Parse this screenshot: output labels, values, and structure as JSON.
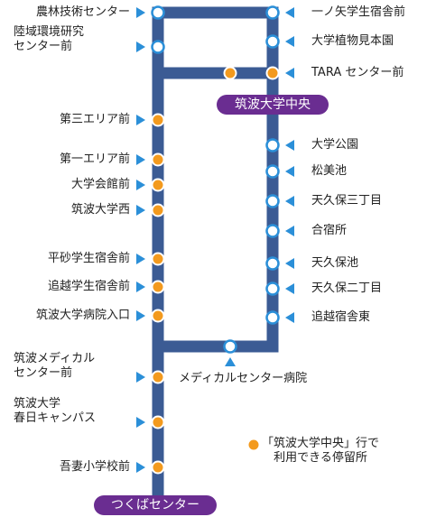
{
  "colors": {
    "route": "#3b5b94",
    "marker": "#2b8fd8",
    "express_stop": "#f39a1e",
    "hub_badge": "#6a2d91",
    "text": "#222222"
  },
  "hubs": {
    "chuo": "筑波大学中央",
    "tsukuba_center": "つくばセンター"
  },
  "left_stops": [
    {
      "id": "norin",
      "lines": [
        "農林技術センター"
      ],
      "type": "normal"
    },
    {
      "id": "rikuiki",
      "lines": [
        "陸域環境研究",
        "センター前"
      ],
      "type": "normal"
    },
    {
      "id": "daisan",
      "lines": [
        "第三エリア前"
      ],
      "type": "express"
    },
    {
      "id": "daiichi",
      "lines": [
        "第一エリア前"
      ],
      "type": "express"
    },
    {
      "id": "kaikan",
      "lines": [
        "大学会館前"
      ],
      "type": "express"
    },
    {
      "id": "nishi",
      "lines": [
        "筑波大学西"
      ],
      "type": "express"
    },
    {
      "id": "heisa",
      "lines": [
        "平砂学生宿舎前"
      ],
      "type": "express"
    },
    {
      "id": "oikoshi_g",
      "lines": [
        "追越学生宿舎前"
      ],
      "type": "express"
    },
    {
      "id": "byoin",
      "lines": [
        "筑波大学病院入口"
      ],
      "type": "express"
    },
    {
      "id": "medical",
      "lines": [
        "筑波メディカル",
        "センター前"
      ],
      "type": "express"
    },
    {
      "id": "kasuga",
      "lines": [
        "筑波大学",
        "春日キャンパス"
      ],
      "type": "express"
    },
    {
      "id": "azuma",
      "lines": [
        "吾妻小学校前"
      ],
      "type": "express"
    }
  ],
  "right_stops": [
    {
      "id": "ichinoya",
      "label": "一ノ矢学生宿舎前",
      "type": "normal"
    },
    {
      "id": "shokubutsu",
      "label": "大学植物見本園",
      "type": "normal"
    },
    {
      "id": "tara",
      "label": "TARA センター前",
      "type": "express"
    },
    {
      "id": "koen",
      "label": "大学公園",
      "type": "normal"
    },
    {
      "id": "matsumi",
      "label": "松美池",
      "type": "normal"
    },
    {
      "id": "sancho",
      "label": "天久保三丁目",
      "type": "normal"
    },
    {
      "id": "gasshuku",
      "label": "合宿所",
      "type": "normal"
    },
    {
      "id": "amakubo_ike",
      "label": "天久保池",
      "type": "normal"
    },
    {
      "id": "nicho",
      "label": "天久保二丁目",
      "type": "normal"
    },
    {
      "id": "oikoshi_sh",
      "label": "追越宿舎東",
      "type": "normal"
    }
  ],
  "bottom_stop": {
    "id": "medical_hosp",
    "label": "メディカルセンター病院",
    "type": "normal"
  },
  "chuo_stop_type": "express",
  "legend": {
    "line1": "「筑波大学中央」行で",
    "line2": "利用できる停留所"
  }
}
